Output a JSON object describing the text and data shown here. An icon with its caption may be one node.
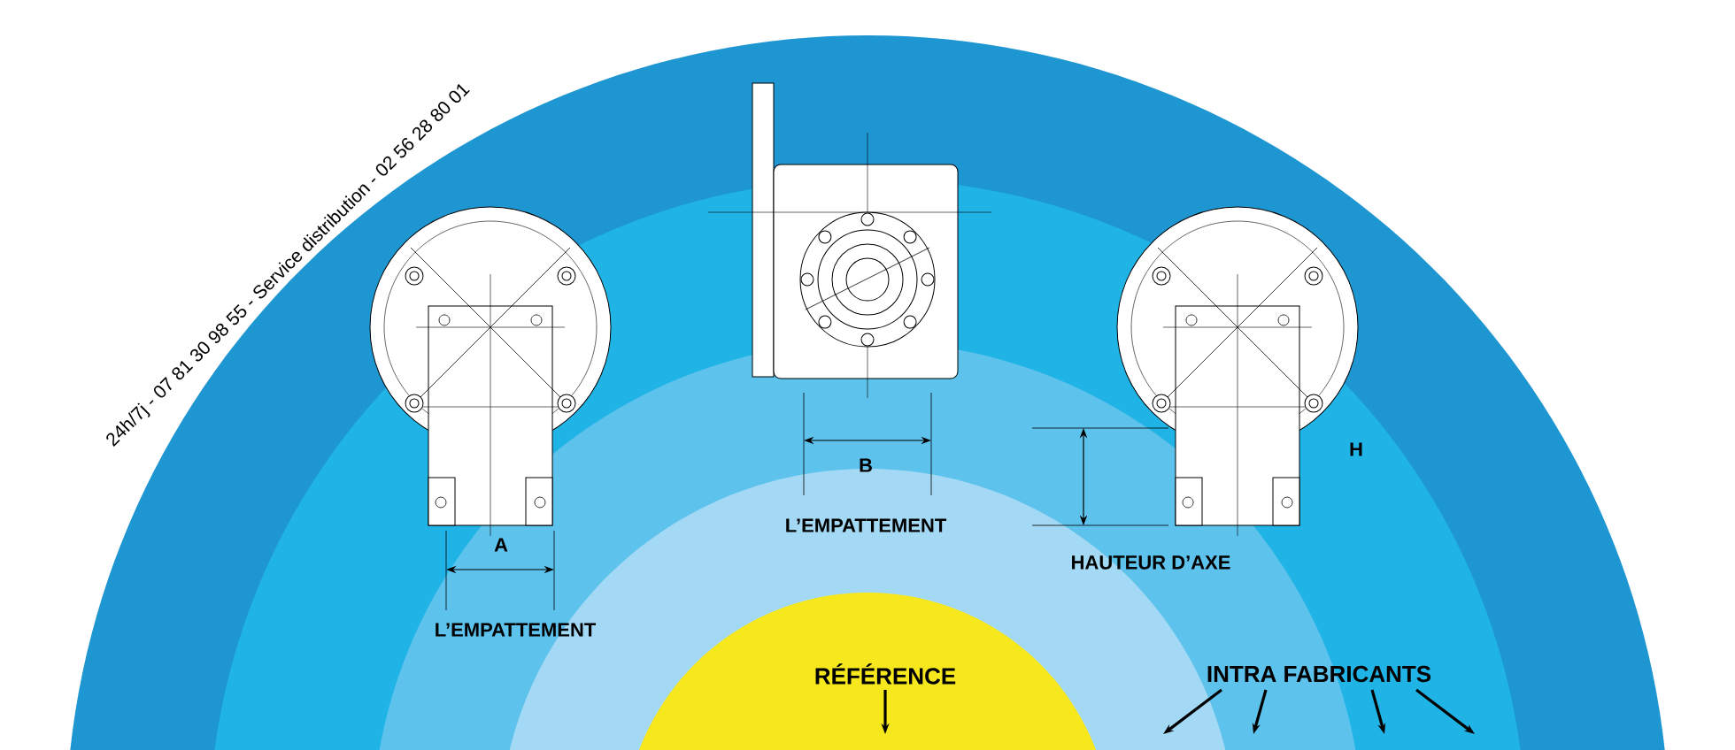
{
  "diagram": {
    "nodes": [
      {
        "text": [
          "RÉFÉRENCE"
        ]
      },
      {
        "text": [
          "INTRA FABRICANTS"
        ]
      }
    ],
    "edges": [
      {
        "from": 0,
        "to": null,
        "arrow": "to"
      },
      {
        "from": 1,
        "to": null,
        "arrow": "to"
      },
      {
        "from": 1,
        "to": null,
        "arrow": "to"
      },
      {
        "from": 1,
        "to": null,
        "arrow": "to"
      },
      {
        "from": 1,
        "to": null,
        "arrow": "to"
      }
    ],
    "labels": [
      "24h/7j - 07 81 30 98 55 - Service distribution - 02 56 28 80 01",
      "A",
      "L’EMPATTEMENT",
      "B",
      "L’EMPATTEMENT",
      "HAUTEUR D’AXE",
      "H"
    ]
  }
}
